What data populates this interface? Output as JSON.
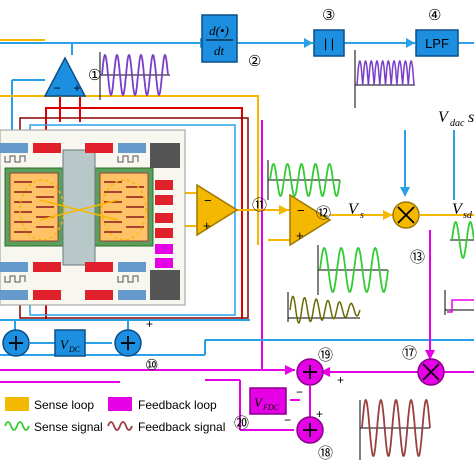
{
  "blocks": {
    "differentiator": {
      "top": "d(•)",
      "bottom": "dt"
    },
    "rectifier": "| |",
    "lpf": "LPF",
    "vdc": {
      "main": "V",
      "sub": "DC"
    },
    "vfdc": {
      "main": "V",
      "sub": "FDC"
    }
  },
  "circled_numbers": {
    "n1": "①",
    "n2": "②",
    "n3": "③",
    "n4": "④",
    "n10": "⑩",
    "n11": "⑪",
    "n12": "⑫",
    "n13": "⑬",
    "n17": "⑰",
    "n18": "⑱",
    "n19": "⑲",
    "n20": "⑳"
  },
  "signals": {
    "vdac": {
      "main": "V",
      "sub": "dac",
      "suffix": "s"
    },
    "vs": {
      "main": "V",
      "sub": "s"
    },
    "vsd": {
      "main": "V",
      "sub": "sd"
    }
  },
  "amp_signs": {
    "minus": "−",
    "plus": "+"
  },
  "sum_signs": {
    "plus": "+",
    "minus": "−"
  },
  "legend": {
    "sense_loop": "Sense loop",
    "feedback_loop": "Feedback loop",
    "sense_signal": "Sense signal",
    "feedback_signal": "Feedback signal"
  },
  "colors": {
    "sense_loop": "#f5b800",
    "feedback_loop": "#e600e6",
    "blue_block": "#1c8fe0",
    "wire_blue": "#2aa0e6",
    "sense_wave": "#33cc33",
    "feedback_wave": "#9b3f3f",
    "purple_wave": "#7a3ec8",
    "olive_wave": "#6a6a00"
  }
}
